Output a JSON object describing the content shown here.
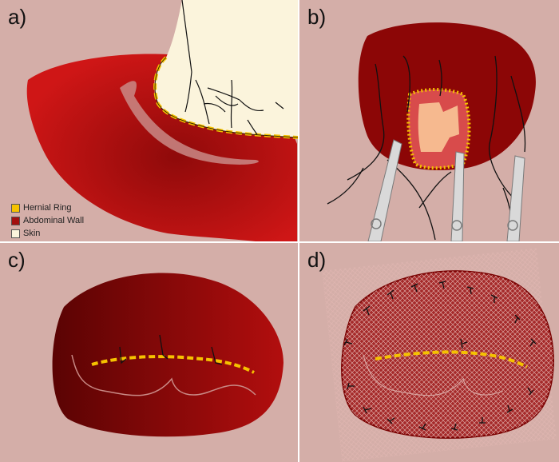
{
  "panels": {
    "a": {
      "label": "a)"
    },
    "b": {
      "label": "b)"
    },
    "c": {
      "label": "c)"
    },
    "d": {
      "label": "d)"
    }
  },
  "legend": [
    {
      "label": "Hernial Ring",
      "color": "#f5c200"
    },
    {
      "label": "Abdominal Wall",
      "color": "#a30f0f"
    },
    {
      "label": "Skin",
      "color": "#fbf4dc"
    }
  ],
  "colors": {
    "background": "#d4aea8",
    "abdominal_wall": "#a30f0f",
    "abdominal_wall_dark": "#6e0606",
    "hernial_ring": "#f5c200",
    "skin": "#fbf4dc",
    "instrument": "#d9d9d9",
    "suture": "#111111",
    "mesh": "#c98a86"
  }
}
